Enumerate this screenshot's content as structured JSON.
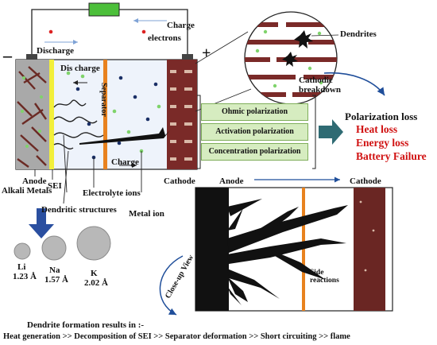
{
  "circuit": {
    "charge_top": "Charge",
    "electrons": "electrons",
    "discharge": "Discharge",
    "minus": "–",
    "plus": "+"
  },
  "cell": {
    "dis_charge": "Dis charge",
    "separator": "Separator",
    "charge_inner": "Charge"
  },
  "zoom": {
    "dendrites": "Dendrites",
    "cathodic_breakdown": "Cathodic\nbreakdown"
  },
  "polarization": {
    "boxes": [
      "Ohmic polarization",
      "Activation polarization",
      "Concentration polarization"
    ],
    "loss_title": "Polarization loss",
    "losses": [
      "Heat loss",
      "Energy loss",
      "Battery Failure"
    ]
  },
  "labels": {
    "anode": "Anode",
    "alkali_metals": "Alkali Metals",
    "sei": "SEI",
    "electrolyte_ions": "Electrolyte ions",
    "cathode": "Cathode",
    "dendritic_structures": "Dendritic structures",
    "metal_ion": "Metal ion"
  },
  "closeup": {
    "anode": "Anode",
    "cathode": "Cathode",
    "side_reactions": "Side\nreactions",
    "closeup_view": "Close-up View"
  },
  "ions": [
    {
      "symbol": "Li",
      "radius": "1.23 Å"
    },
    {
      "symbol": "Na",
      "radius": "1.57 Å"
    },
    {
      "symbol": "K",
      "radius": "2.02 Å"
    }
  ],
  "footer": {
    "line1": "Dendrite formation  results in :-",
    "line2": "Heat generation >> Decomposition of SEI >> Separator deformation >> Short circuiting >> flame"
  },
  "colors": {
    "anode_gray": "#a9a9a9",
    "sei_yellow": "#f2ef3a",
    "separator_orange": "#e8821e",
    "cathode_maroon": "#7a2a28",
    "box_green": "#d6ecc0",
    "arrow_teal": "#2f6b73",
    "arrow_blue": "#1f4e9a",
    "loss_red": "#d01010"
  }
}
